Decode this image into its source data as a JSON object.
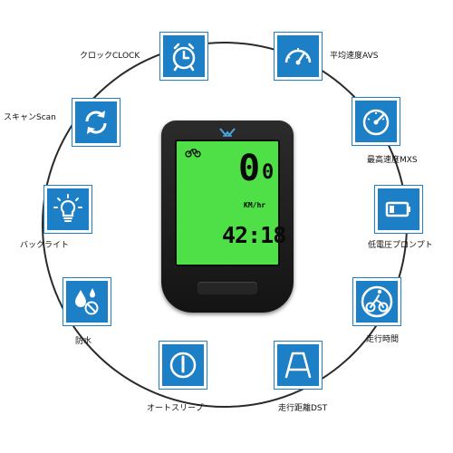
{
  "features": [
    {
      "id": "clock",
      "label": "クロックCLOCK",
      "icon": "clock-icon"
    },
    {
      "id": "avg-speed",
      "label": "平均速度AVS",
      "icon": "speedometer-icon"
    },
    {
      "id": "max-speed",
      "label": "最高速度MXS",
      "icon": "gauge-icon"
    },
    {
      "id": "low-battery",
      "label": "低電圧プロンプト",
      "icon": "battery-icon"
    },
    {
      "id": "ride-time",
      "label": "走行時間",
      "icon": "cyclist-icon"
    },
    {
      "id": "distance",
      "label": "走行距離DST",
      "icon": "road-icon"
    },
    {
      "id": "auto-sleep",
      "label": "オートスリープ",
      "icon": "power-icon"
    },
    {
      "id": "waterproof",
      "label": "防水",
      "icon": "water-drops-icon"
    },
    {
      "id": "backlight",
      "label": "バックライト",
      "icon": "lightbulb-icon"
    },
    {
      "id": "scan",
      "label": "スキャンScan",
      "icon": "refresh-icon"
    }
  ],
  "display": {
    "speed": "0",
    "speed_decimal": "0",
    "unit": "KM/hr",
    "time": "42:18",
    "brand_icon": "brand-logo-icon",
    "status_icon": "bike-icon"
  },
  "colors": {
    "tile": "#1d7fc5",
    "screen": "#4ee046",
    "ring": "#2a2a2a",
    "device": "#1a1a1a"
  }
}
